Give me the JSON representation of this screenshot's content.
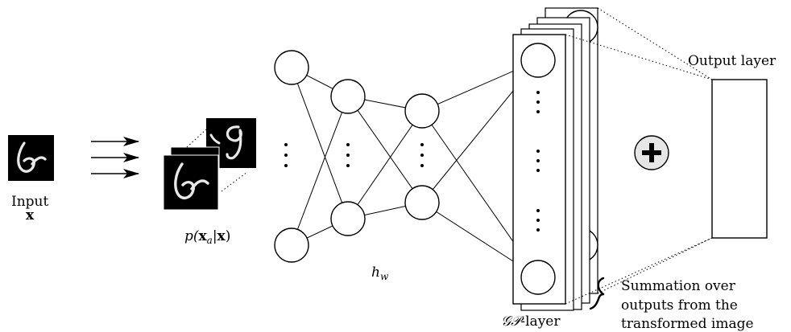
{
  "labels": {
    "input": "Input",
    "input_symbol": "x",
    "augmentation": "p(x_a|x)",
    "augmentation_func": "p(",
    "augmentation_sym": "x",
    "augmentation_sub": "a",
    "augmentation_bar": "|",
    "augmentation_sym2": "x",
    "augmentation_close": ")",
    "hidden_symbol": "h",
    "hidden_sub": "w",
    "gp_layer_script": "𝒢𝒫",
    "gp_layer_suffix": "-layer",
    "output_layer": "Output layer",
    "summation_line1": "Summation over",
    "summation_line2": "outputs from the",
    "summation_line3": "transformed image"
  },
  "icons": {
    "arrows": "triple-right-arrow-icon",
    "plus": "plus-circle-icon",
    "brace": "curly-brace-icon"
  },
  "colors": {
    "background": "#ffffff",
    "stroke": "#000000",
    "plus_fill": "#e6e6e6"
  }
}
